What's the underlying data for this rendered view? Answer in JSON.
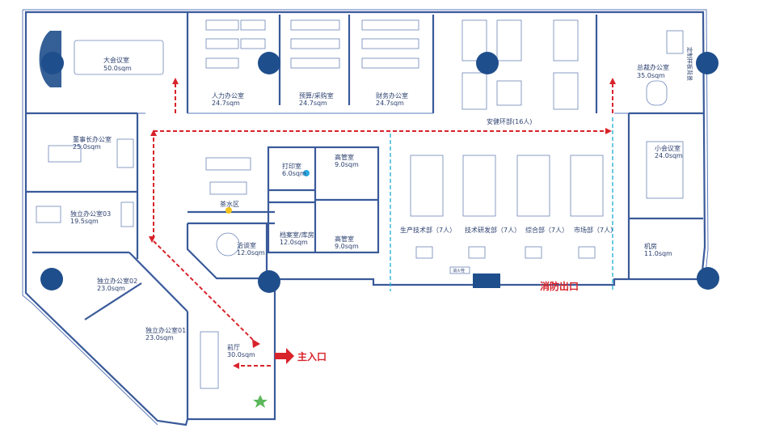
{
  "rooms": {
    "conference_large": {
      "name": "大会议室",
      "area": "50.0sqm"
    },
    "hr_office": {
      "name": "人力办公室",
      "area": "24.7sqm"
    },
    "budget_office": {
      "name": "预算/采购室",
      "area": "24.7sqm"
    },
    "finance_office": {
      "name": "财务办公室",
      "area": "24.7sqm"
    },
    "gm_office": {
      "name": "总裁办公室",
      "area": "35.0sqm"
    },
    "gm_side_label": "定制样板背景",
    "chairman_office": {
      "name": "董事长办公室",
      "area": "25.0sqm"
    },
    "independent_03": {
      "name": "独立办公室03",
      "area": "19.5sqm"
    },
    "independent_02": {
      "name": "独立办公室02",
      "area": "23.0sqm"
    },
    "independent_01": {
      "name": "独立办公室01",
      "area": "23.0sqm"
    },
    "lobby": {
      "name": "前厅",
      "area": "30.0sqm"
    },
    "negotiation": {
      "name": "洽谈室",
      "area": "12.0sqm"
    },
    "tea_room": {
      "name": "茶水区"
    },
    "print_room": {
      "name": "打印室",
      "area": "6.0sqm"
    },
    "archive": {
      "name": "档案室/库房",
      "area": "12.0sqm"
    },
    "senior_office_1": {
      "name": "高管室",
      "area": "9.0sqm"
    },
    "senior_office_2": {
      "name": "高管室",
      "area": "9.0sqm"
    },
    "small_meeting": {
      "name": "小会议室",
      "area": "24.0sqm"
    },
    "server_room": {
      "name": "机房",
      "area": "11.0sqm"
    },
    "security_dept": {
      "name": "安健环部(16人)"
    }
  },
  "departments": [
    {
      "name": "生产技术部（7人）"
    },
    {
      "name": "技术研发部（7人）"
    },
    {
      "name": "综合部（7人）"
    },
    {
      "name": "市场部（7人）"
    }
  ],
  "labels": {
    "fire_exit": "消防出口",
    "main_entrance": "主入口",
    "fire_hydrant": "消火栓"
  },
  "colors": {
    "wall": "#3a5a9a",
    "column": "#1f4e8c",
    "route": "#d8232a",
    "partition": "#2fb3d6"
  }
}
